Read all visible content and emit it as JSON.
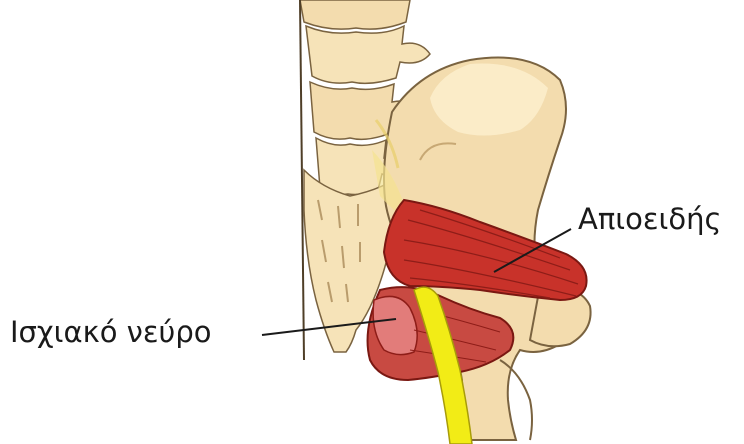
{
  "diagram": {
    "labels": {
      "piriformis": "Απιοειδής",
      "sciatic_nerve": "Ισχιακό νεύρο"
    },
    "colors": {
      "bone_fill": "#f3dcae",
      "bone_light": "#fbeecd",
      "bone_outline": "#7a6340",
      "muscle_fill": "#c8322a",
      "muscle_dark": "#8e1d18",
      "muscle_pink": "#e27c7a",
      "nerve_fill": "#f2ec16",
      "leader_line": "#1a1a1a"
    },
    "icons": {
      "spine": "vertebral-column",
      "pelvis": "ilium-bone",
      "muscle": "piriformis-muscle",
      "nerve": "sciatic-nerve"
    }
  }
}
